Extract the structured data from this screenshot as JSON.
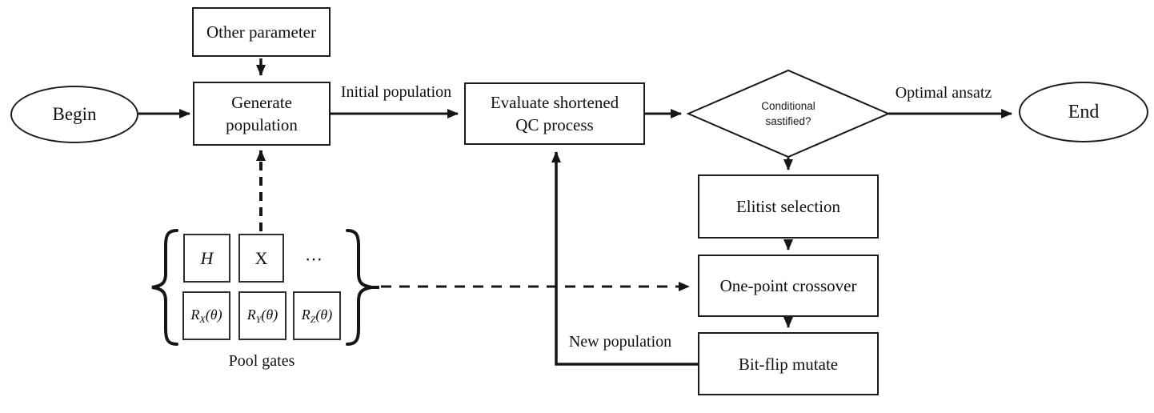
{
  "flow": {
    "nodes": {
      "begin": {
        "label": "Begin"
      },
      "other_parameter": {
        "label": "Other parameter"
      },
      "generate_population": {
        "line1": "Generate",
        "line2": "population"
      },
      "evaluate_qc": {
        "line1": "Evaluate shortened",
        "line2": "QC process"
      },
      "conditional": {
        "line1": "Conditional",
        "line2": "sastified?"
      },
      "elitist_selection": {
        "label": "Elitist selection"
      },
      "one_point_crossover": {
        "label": "One-point crossover"
      },
      "bit_flip_mutate": {
        "label": "Bit-flip mutate"
      },
      "end": {
        "label": "End"
      }
    },
    "edge_labels": {
      "initial_population": "Initial population",
      "optimal_ansatz": "Optimal ansatz",
      "new_population": "New population"
    },
    "gate_pool": {
      "caption": "Pool gates",
      "ellipsis": "⋯",
      "gates": [
        {
          "main": "H",
          "sub": "",
          "arg": ""
        },
        {
          "main": "X",
          "sub": "",
          "arg": ""
        },
        {
          "main": "R",
          "sub": "X",
          "arg": "(θ)"
        },
        {
          "main": "R",
          "sub": "Y",
          "arg": "(θ)"
        },
        {
          "main": "R",
          "sub": "Z",
          "arg": "(θ)"
        }
      ]
    },
    "colors": {
      "line": "#161616",
      "background": "#ffffff"
    }
  }
}
